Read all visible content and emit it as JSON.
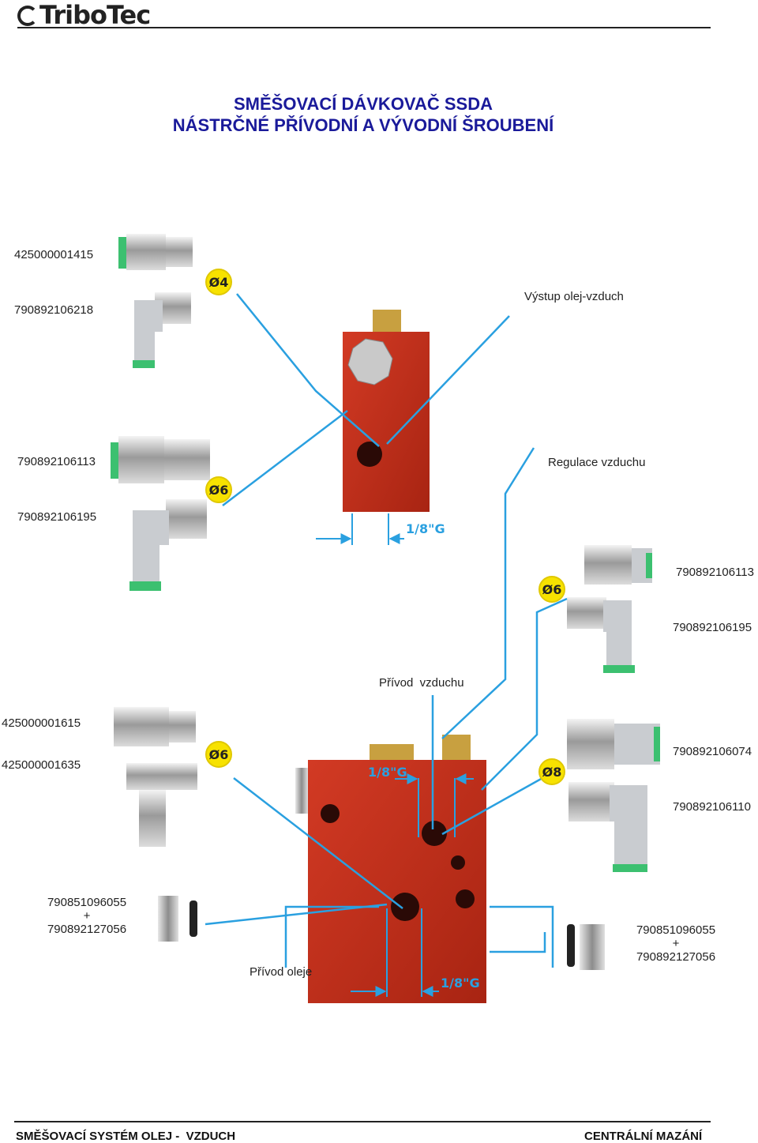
{
  "header": {
    "logo_text": "TriboTec"
  },
  "title": {
    "line1": "SMĚŠOVACÍ DÁVKOVAČ SSDA",
    "line2": "NÁSTRČNÉ PŘÍVODNÍ A VÝVODNÍ ŠROUBENÍ"
  },
  "parts": {
    "p1": "425000001415",
    "p2": "790892106218",
    "p3": "790892106113",
    "p4": "790892106195",
    "p5": "790892106113",
    "p6": "790892106195",
    "p7": "425000001615",
    "p8": "425000001635",
    "p9": "790892106074",
    "p10": "790892106110",
    "p11a": "790851096055",
    "p11b": "+",
    "p11c": "790892127056",
    "p12a": "790851096055",
    "p12b": "+",
    "p12c": "790892127056"
  },
  "labels": {
    "outlet": "Výstup olej-vzduch",
    "air_reg": "Regulace vzduchu",
    "air_in": "Přívod  vzduchu",
    "oil_in": "Přívod oleje"
  },
  "badges": {
    "d4": "Ø4",
    "d6a": "Ø6",
    "d6b": "Ø6",
    "d6c": "Ø6",
    "d8": "Ø8"
  },
  "threads": {
    "t1": "1/8\"G",
    "t2": "1/8\"G",
    "t3": "1/8\"G"
  },
  "footer": {
    "left": "SMĚŠOVACÍ SYSTÉM OLEJ -  VZDUCH",
    "right": "CENTRÁLNÍ MAZÁNÍ"
  },
  "colors": {
    "block_red": "#c8301e",
    "line_blue": "#2aa0e0",
    "title_blue": "#1a1a9a",
    "badge_yellow": "#f7e200"
  }
}
